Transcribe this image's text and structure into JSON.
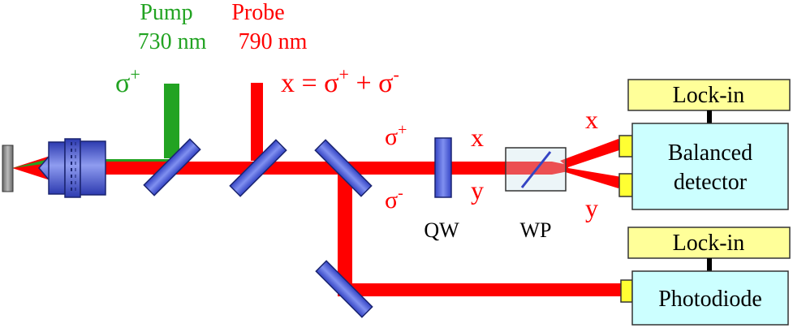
{
  "colors": {
    "pump": "#22a322",
    "probe": "#ff0000",
    "optic_blue": "#4f5fd8",
    "box_yellow": "#ffff99",
    "box_cyan": "#ccffff",
    "connector_yellow": "#ffff33"
  },
  "labels": {
    "pump_title": "Pump",
    "pump_wavelength": "730 nm",
    "probe_title": "Probe",
    "probe_wavelength": "790 nm",
    "pump_polarization": "σ",
    "pump_polarization_sup": "+",
    "probe_polarization_prefix": "x = σ",
    "probe_polarization_sup1": "+",
    "probe_polarization_mid": " + σ",
    "probe_polarization_sup2": "-",
    "sigma_plus": "σ",
    "sigma_plus_sup": "+",
    "sigma_minus": "σ",
    "sigma_minus_sup": "-",
    "x_before_wp": "x",
    "y_before_wp": "y",
    "x_after_wp": "x",
    "y_after_wp": "y",
    "qw": "QW",
    "wp": "WP",
    "lockin_top": "Lock-in",
    "balanced_line1": "Balanced",
    "balanced_line2": "detector",
    "lockin_bottom": "Lock-in",
    "photodiode": "Photodiode"
  }
}
